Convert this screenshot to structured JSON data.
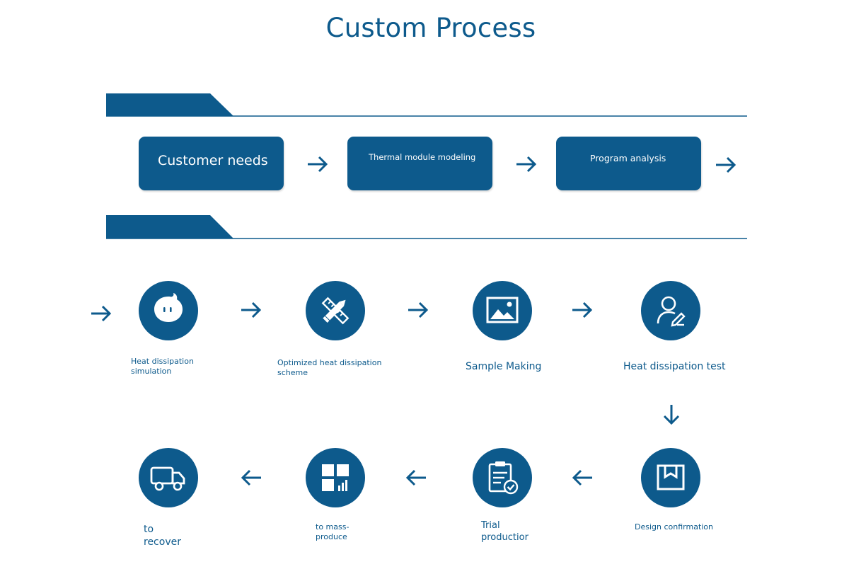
{
  "title": "Custom Process",
  "steps": [
    {
      "label": "Customer needs"
    },
    {
      "label": "Thermal module modeling"
    },
    {
      "label": "Program analysis"
    }
  ],
  "circle_steps": [
    {
      "label": "Heat dissipation simulation",
      "icon": "chat-bubble-icon"
    },
    {
      "label": "Optimized heat dissipation scheme",
      "icon": "pencil-ruler-icon"
    },
    {
      "label": "Sample Making",
      "icon": "image-icon"
    },
    {
      "label": "Heat dissipation test",
      "icon": "user-edit-icon"
    },
    {
      "label": "Design confirmation",
      "icon": "box-icon"
    },
    {
      "label": "Trial productior",
      "icon": "clipboard-check-icon"
    },
    {
      "label": "to mass-produce",
      "icon": "grid-chart-icon"
    },
    {
      "label": "to recover",
      "icon": "truck-icon"
    }
  ],
  "colors": {
    "primary": "#0d5a8c",
    "background": "#ffffff"
  }
}
